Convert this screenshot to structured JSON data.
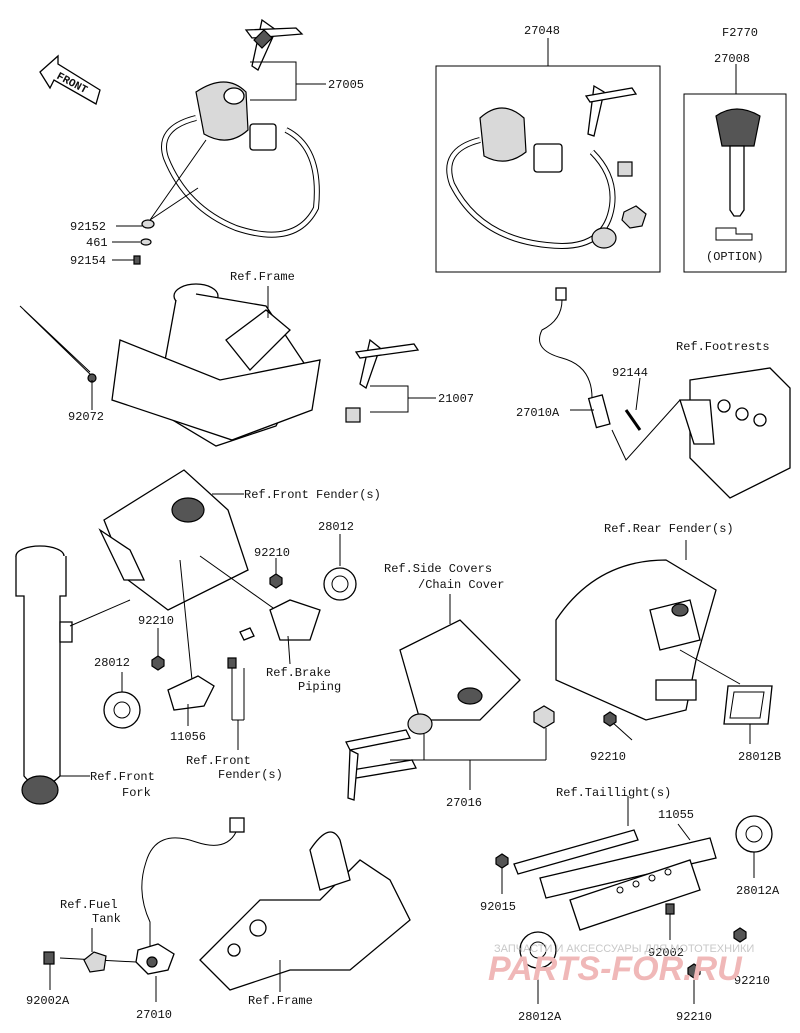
{
  "front_arrow": "FRONT",
  "labels": {
    "p27005": "27005",
    "p27048": "27048",
    "pF2770": "F2770",
    "p27008": "27008",
    "option": "(OPTION)",
    "p92152": "92152",
    "p461": "461",
    "p92154": "92154",
    "ref_frame_top": "Ref.Frame",
    "p92072": "92072",
    "p21007": "21007",
    "ref_footrests": "Ref.Footrests",
    "p92144": "92144",
    "p27010A": "27010A",
    "ref_front_fenders": "Ref.Front Fender(s)",
    "p92210_a": "92210",
    "p28012_a": "28012",
    "p92210_b": "92210",
    "p28012_b": "28012",
    "ref_brake_piping": "Ref.Brake\nPiping",
    "ref_brake_1": "Ref.Brake",
    "ref_brake_2": "Piping",
    "p11056": "11056",
    "ref_front_fender_1": "Ref.Front",
    "ref_front_fender_2": "Fender(s)",
    "ref_front_fork_1": "Ref.Front",
    "ref_front_fork_2": "Fork",
    "ref_side_covers_1": "Ref.Side Covers",
    "ref_side_covers_2": "/Chain Cover",
    "p27016": "27016",
    "ref_rear_fenders": "Ref.Rear Fender(s)",
    "p92210_c": "92210",
    "p28012B": "28012B",
    "ref_taillights": "Ref.Taillight(s)",
    "p11055": "11055",
    "p92015": "92015",
    "p28012A_a": "28012A",
    "p92002": "92002",
    "p92210_d": "92210",
    "p28012A_b": "28012A",
    "p92210_e": "92210",
    "ref_fuel_tank_1": "Ref.Fuel",
    "ref_fuel_tank_2": "Tank",
    "p92002A": "92002A",
    "p27010": "27010",
    "ref_frame_bottom": "Ref.Frame"
  },
  "watermark": {
    "small": "ЗАПЧАСТИ И АКСЕССУАРЫ ДЛЯ МОТОТЕХНИКИ",
    "big": "PARTS-FOR.RU"
  }
}
